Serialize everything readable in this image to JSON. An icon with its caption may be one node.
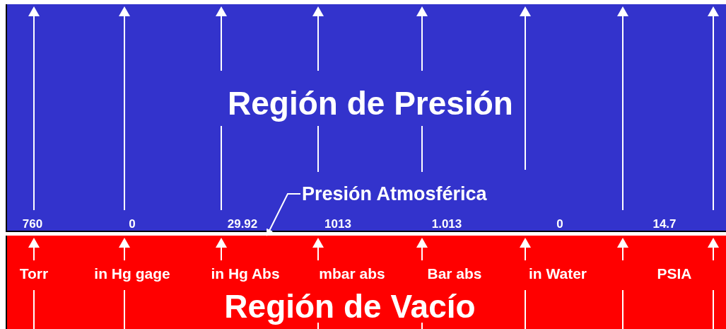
{
  "diagram": {
    "nodes": [
      {
        "text": [
          "Región de Presión"
        ]
      },
      {
        "text": [
          "Región de Vacío"
        ]
      },
      {
        "text": [
          "Presión Atmosférica"
        ],
        "in": 0
      }
    ],
    "edges": [
      {
        "from": 2,
        "to": 1,
        "arrow": "to"
      }
    ],
    "labels": [
      "760",
      "0",
      "29.92",
      "1013",
      "1.013",
      "0",
      "14.7",
      "Torr",
      "in Hg gage",
      "in Hg Abs",
      "mbar abs",
      "Bar abs",
      "in Water",
      "PSIA"
    ]
  }
}
